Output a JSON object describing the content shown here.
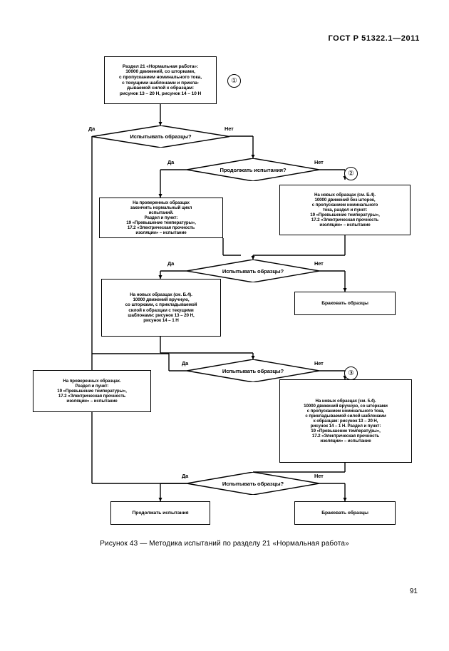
{
  "document": {
    "standard_header": "ГОСТ Р 51322.1—2011",
    "page_number": "91",
    "figure_caption": "Рисунок 43 — Методика испытаний по разделу 21 «Нормальная работа»"
  },
  "chart_data": {
    "type": "diagram",
    "title": "Методика испытаний по разделу 21 «Нормальная работа»",
    "nodes": [
      {
        "id": "start",
        "kind": "process",
        "text": "Раздел 21 «Нормальная работа»:\n10000 движений, со шторками,\nс пропусканием номинального тока,\nс текущими шаблонами и прикла-\nдываемой силой к образцам:\nрисунок 13 – 20 Н, рисунок 14 – 10 Н"
      },
      {
        "id": "d1",
        "kind": "decision",
        "text": "Испытывать образцы?"
      },
      {
        "id": "d2",
        "kind": "decision",
        "text": "Продолжать испытания?"
      },
      {
        "id": "b_left1",
        "kind": "process",
        "text": "На проверенных образцах\nзакончить нормальный цикл\nиспытаний.\nРаздел и пункт:\n19 «Превышение температуры»,\n17.2 «Электрическая прочность\nизоляции» – испытание"
      },
      {
        "id": "b_right1",
        "kind": "process",
        "text": "На новых образцах (см. Б.4).\n10000 движений без шторок,\nс пропусканием номинального\nтока, раздел и пункт:\n19 «Превышение температуры»,\n17.2 «Электрическая прочность\nизоляции» – испытание"
      },
      {
        "id": "d3",
        "kind": "decision",
        "text": "Испытывать образцы?"
      },
      {
        "id": "b_left2",
        "kind": "process",
        "text": "На новых образцах (см. Б.4).\n10000 движений вручную,\nсо шторками, с прикладываемой\nсилой к образцам с текущими\nшаблонами: рисунок 13 – 20 Н,\nрисунок 14 – 1 Н"
      },
      {
        "id": "b_reject1",
        "kind": "process",
        "text": "Браковать образцы"
      },
      {
        "id": "d4",
        "kind": "decision",
        "text": "Испытывать образцы?"
      },
      {
        "id": "b_left3",
        "kind": "process",
        "text": "На проверенных образцах.\nРаздел и пункт:\n19 «Превышение температуры»,\n17.2 «Электрическая прочность\nизоляции» – испытание"
      },
      {
        "id": "b_right2",
        "kind": "process",
        "text": "На новых образцах (см. 5.4).\n10000 движений вручную, со шторками\nс пропусканием номинального тока,\nс прикладываемой силой шаблонами\nк образцам: рисунок 13 – 20 Н,\nрисунок 14 – 1 Н. Раздел и пункт:\n19 «Превышение температуры»,\n17.2 «Электрическая прочность\nизоляции» – испытание"
      },
      {
        "id": "d5",
        "kind": "decision",
        "text": "Испытывать образцы?"
      },
      {
        "id": "b_continue",
        "kind": "process",
        "text": "Продолжать испытания"
      },
      {
        "id": "b_reject2",
        "kind": "process",
        "text": "Браковать образцы"
      }
    ],
    "branch_labels": {
      "yes": "Да",
      "no": "Нет"
    },
    "edges": [
      {
        "from": "start",
        "to": "d1",
        "label": ""
      },
      {
        "from": "d1",
        "to": "b_left3",
        "label": "Да"
      },
      {
        "from": "d1",
        "to": "d2",
        "label": "Нет"
      },
      {
        "from": "d2",
        "to": "b_left1",
        "label": "Да"
      },
      {
        "from": "d2",
        "to": "b_right1",
        "label": "Нет"
      },
      {
        "from": "b_right1",
        "to": "d3",
        "label": ""
      },
      {
        "from": "d3",
        "to": "b_left2",
        "label": "Да"
      },
      {
        "from": "d3",
        "to": "b_reject1",
        "label": "Нет"
      },
      {
        "from": "b_left2",
        "to": "d4",
        "label": ""
      },
      {
        "from": "d4",
        "to": "b_left3",
        "label": "Да"
      },
      {
        "from": "d4",
        "to": "b_right2",
        "label": "Нет"
      },
      {
        "from": "b_right2",
        "to": "d5",
        "label": ""
      },
      {
        "from": "d5",
        "to": "b_continue",
        "label": "Да"
      },
      {
        "from": "d5",
        "to": "b_reject2",
        "label": "Нет"
      }
    ],
    "markers": [
      {
        "id": "m1",
        "label": "①"
      },
      {
        "id": "m2",
        "label": "②"
      },
      {
        "id": "m3",
        "label": "③"
      }
    ]
  }
}
